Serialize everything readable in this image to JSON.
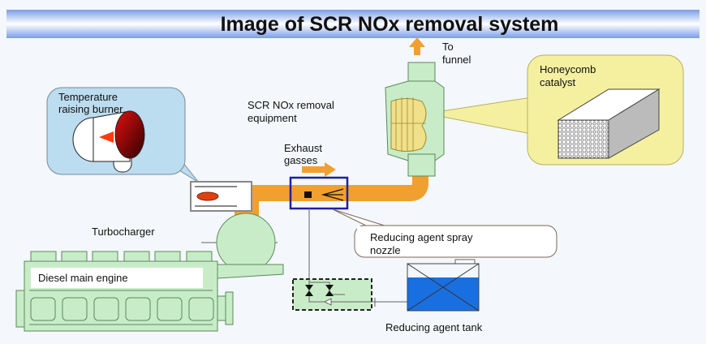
{
  "title": "Image of SCR NOx removal system",
  "labels": {
    "to_funnel": [
      "To",
      "funnel"
    ],
    "honeycomb": [
      "Honeycomb",
      "catalyst"
    ],
    "burner": [
      "Temperature",
      "raising burner"
    ],
    "scr_equipment": [
      "SCR NOx removal",
      "equipment"
    ],
    "exhaust": [
      "Exhaust",
      "gasses"
    ],
    "turbocharger": "Turbocharger",
    "engine": "Diesel main engine",
    "nozzle": [
      "Reducing agent spray",
      "nozzle"
    ],
    "tank": "Reducing agent tank"
  },
  "colors": {
    "pipe": "#f0a030",
    "equipment": "#c8ecc8",
    "tank_fill": "#1a6fe0",
    "callout_yellow": "#f4f0a0",
    "callout_blue": "#bcdcef"
  }
}
